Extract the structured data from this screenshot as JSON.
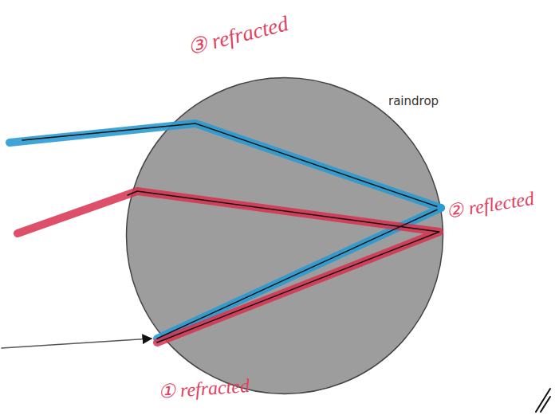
{
  "diagram": {
    "nodes": [
      {
        "text": [
          "raindrop"
        ]
      }
    ],
    "labels": [
      "③ refracted",
      "② reflected",
      "① refracted"
    ]
  }
}
